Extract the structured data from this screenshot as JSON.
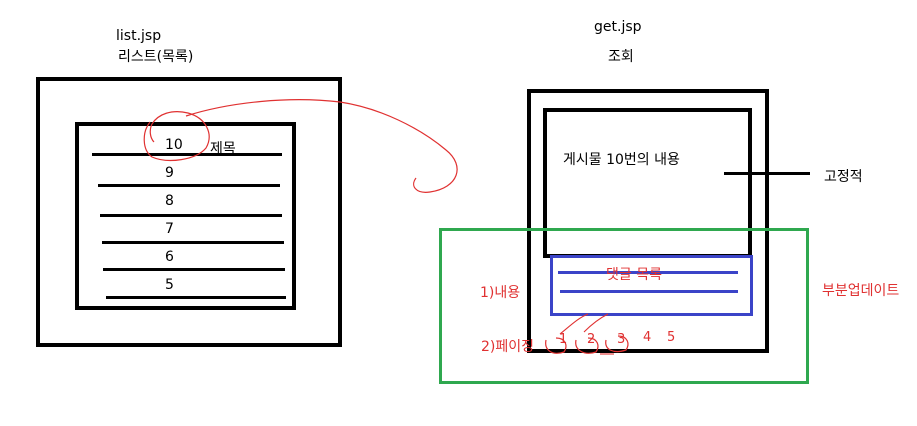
{
  "list_page": {
    "filename": "list.jsp",
    "subtitle": "리스트(목록)",
    "rows": [
      "10",
      "9",
      "8",
      "7",
      "6",
      "5"
    ],
    "title_label": "제목"
  },
  "get_page": {
    "filename": "get.jsp",
    "subtitle": "조회",
    "content_text": "게시물 10번의 내용",
    "fixed_label": "고정적",
    "comment_list_label": "댓글 목록",
    "content_label": "1)내용",
    "paging_label": "2)페이징",
    "page_numbers": [
      "1",
      "2",
      "3",
      "4",
      "5"
    ],
    "partial_update_label": "부분업데이트"
  },
  "colors": {
    "outline": "#000000",
    "annotation_red": "#e03131",
    "partial_update_green": "#2fa84f",
    "comment_blue": "#3b44c8"
  }
}
